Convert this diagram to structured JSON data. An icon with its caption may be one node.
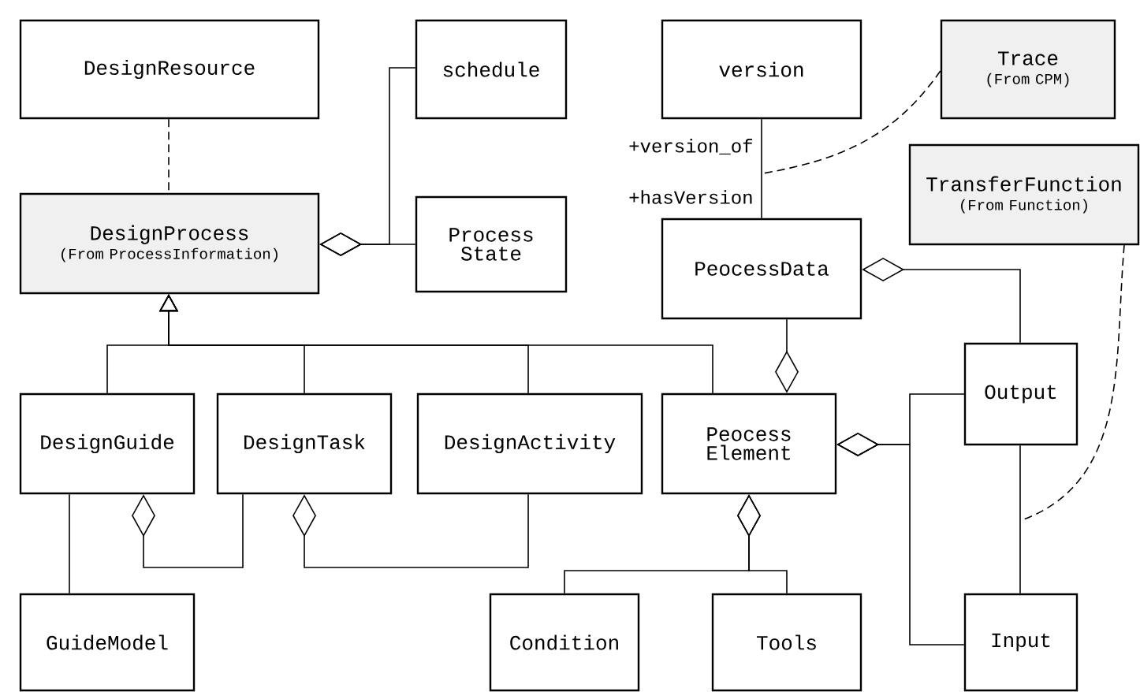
{
  "diagram": {
    "nodes": [
      {
        "text": [
          "DesignResource"
        ]
      },
      {
        "text": [
          "schedule"
        ]
      },
      {
        "text": [
          "version"
        ]
      },
      {
        "text": [
          "Trace",
          "(From CPM)"
        ]
      },
      {
        "text": [
          "DesignProcess",
          "(From ProcessInformation)"
        ]
      },
      {
        "text": [
          "Process State"
        ]
      },
      {
        "text": [
          "TransferFunction",
          "(From Function)"
        ]
      },
      {
        "text": [
          "PeocessData"
        ]
      },
      {
        "text": [
          "DesignGuide"
        ]
      },
      {
        "text": [
          "DesignTask"
        ]
      },
      {
        "text": [
          "DesignActivity"
        ]
      },
      {
        "text": [
          "Peocess Element"
        ]
      },
      {
        "text": [
          "Output"
        ]
      },
      {
        "text": [
          "GuideModel"
        ]
      },
      {
        "text": [
          "Condition"
        ]
      },
      {
        "text": [
          "Tools"
        ]
      },
      {
        "text": [
          "Input"
        ]
      }
    ],
    "edges": [
      {
        "from": 0,
        "to": 4,
        "arrow": "none",
        "style": "dashed"
      },
      {
        "from": 1,
        "to": 4,
        "arrow": "other"
      },
      {
        "from": 5,
        "to": 4,
        "arrow": "other"
      },
      {
        "from": 2,
        "to": 7,
        "arrow": "none",
        "label": "+version_of"
      },
      {
        "from": 3,
        "to": null,
        "arrow": "none",
        "style": "dashed"
      },
      {
        "from": 12,
        "to": 7,
        "arrow": "other"
      },
      {
        "from": 7,
        "to": 11,
        "arrow": "other"
      },
      {
        "from": 8,
        "to": 4,
        "arrow": "to"
      },
      {
        "from": 9,
        "to": 4,
        "arrow": "to"
      },
      {
        "from": 10,
        "to": 4,
        "arrow": "to"
      },
      {
        "from": 11,
        "to": 4,
        "arrow": "to"
      },
      {
        "from": 8,
        "to": 13,
        "arrow": "none"
      },
      {
        "from": 9,
        "to": 8,
        "arrow": "other"
      },
      {
        "from": 10,
        "to": 9,
        "arrow": "other"
      },
      {
        "from": 12,
        "to": 11,
        "arrow": "other"
      },
      {
        "from": 16,
        "to": 11,
        "arrow": "other"
      },
      {
        "from": 14,
        "to": 11,
        "arrow": "other"
      },
      {
        "from": 15,
        "to": 11,
        "arrow": "other"
      },
      {
        "from": 12,
        "to": 16,
        "arrow": "none"
      },
      {
        "from": 6,
        "to": null,
        "arrow": "none",
        "style": "dashed"
      }
    ],
    "labels": [
      "+hasVersion"
    ]
  }
}
